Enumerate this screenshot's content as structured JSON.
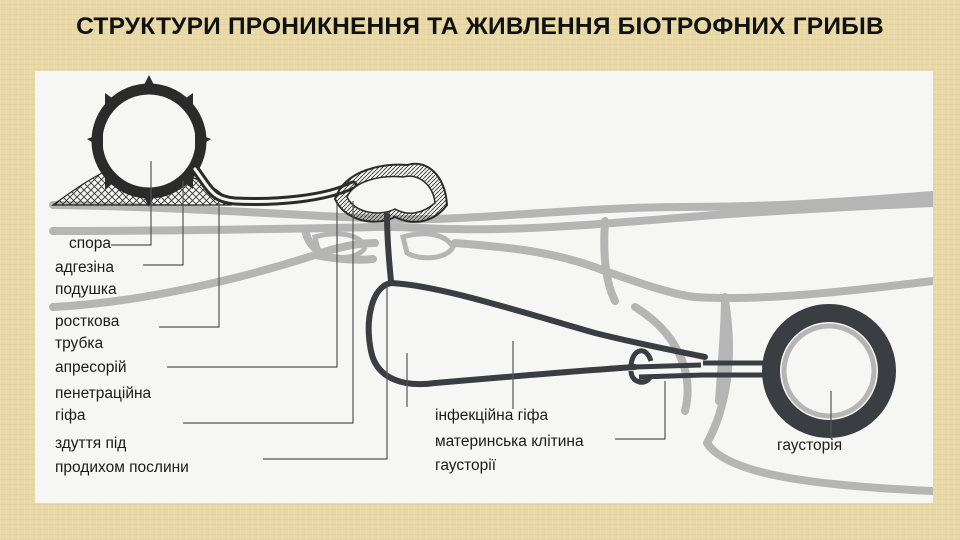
{
  "title": "СТРУКТУРИ ПРОНИКНЕННЯ ТА ЖИВЛЕННЯ БІОТРОФНИХ ГРИБІВ",
  "labels": {
    "spore": "спора",
    "adhesion_pad_1": "адгезіна",
    "adhesion_pad_2": "подушка",
    "germ_tube_1": "росткова",
    "germ_tube_2": "трубка",
    "appressorium": "апресорій",
    "penetration_hypha_1": "пенетраційна",
    "penetration_hypha_2": "гіфа",
    "swelling_1": "здуття під",
    "swelling_2": "продихом послини",
    "infection_hypha": "інфекційна гіфа",
    "haustorial_mother_cell_1": "материнська клітина",
    "haustorial_mother_cell_2": "гаусторії",
    "haustorium": "гаусторія"
  },
  "colors": {
    "background": "#e9d9a6",
    "panel": "#f6f6f4",
    "cell_wall": "#b5b5b5",
    "hypha": "#3a3d42",
    "text": "#1a1a1a"
  }
}
